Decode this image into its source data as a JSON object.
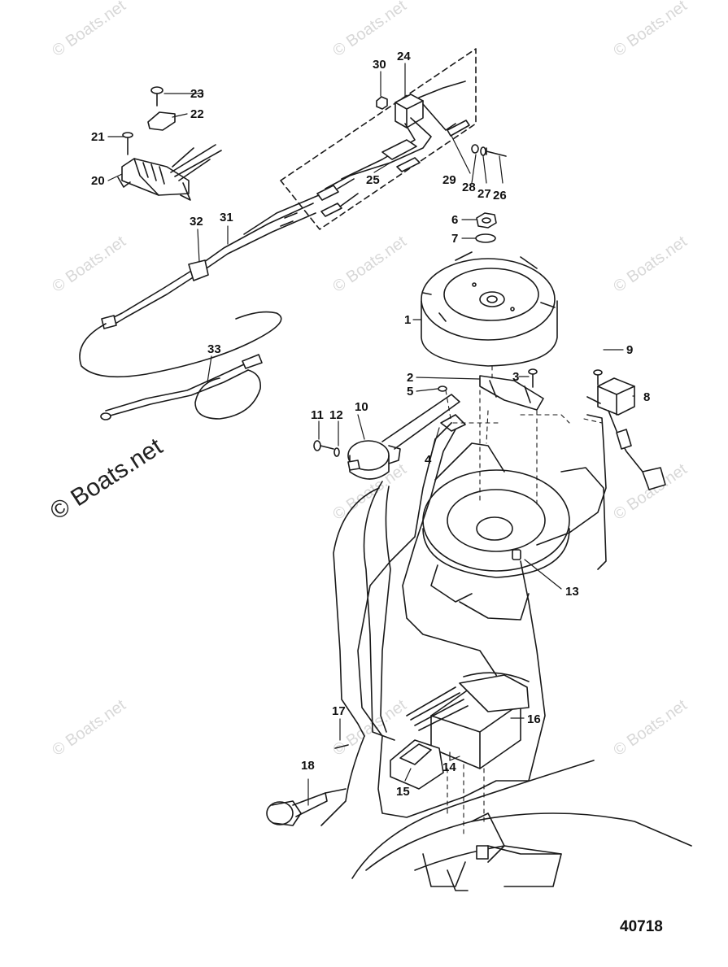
{
  "diagram": {
    "figure_number": "40718",
    "watermark": "© Boats.net",
    "callouts": [
      "1",
      "2",
      "3",
      "4",
      "5",
      "6",
      "7",
      "8",
      "9",
      "10",
      "11",
      "12",
      "13",
      "14",
      "15",
      "16",
      "17",
      "18",
      "20",
      "21",
      "22",
      "23",
      "24",
      "25",
      "26",
      "27",
      "28",
      "29",
      "30",
      "31",
      "32",
      "33"
    ]
  },
  "colors": {
    "line": "#1a1a1a",
    "watermark": "#d8d8d8",
    "background": "#ffffff"
  }
}
